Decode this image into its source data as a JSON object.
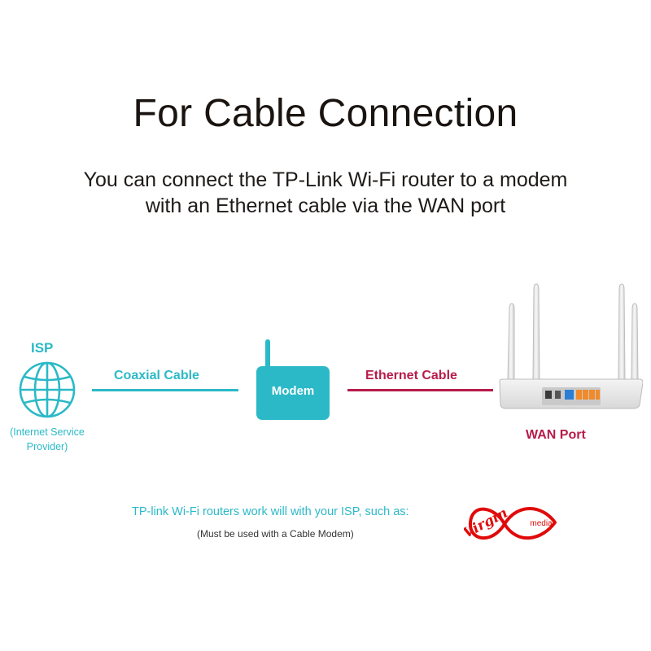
{
  "heading": {
    "title": "For Cable Connection",
    "subtitle_line1": "You can connect the TP-Link Wi-Fi router to a modem",
    "subtitle_line2": "with an Ethernet cable via the WAN port"
  },
  "diagram": {
    "isp": {
      "label": "ISP",
      "desc_line1": "(Internet Service",
      "desc_line2": "Provider)",
      "icon": "globe-icon"
    },
    "coaxial_cable_label": "Coaxial Cable",
    "modem_label": "Modem",
    "ethernet_cable_label": "Ethernet Cable",
    "wan_port_label": "WAN Port",
    "router_icon": "router-image"
  },
  "footer": {
    "line": "TP-link Wi-Fi routers work will with your ISP, such as:",
    "note": "(Must be used with a Cable Modem)",
    "logo": {
      "script_text": "Virgin",
      "word_text": "media"
    }
  },
  "colors": {
    "teal": "#2bb9c7",
    "crimson": "#b71c4a",
    "virgin_red": "#e10a0a",
    "text_dark": "#1a1411"
  }
}
